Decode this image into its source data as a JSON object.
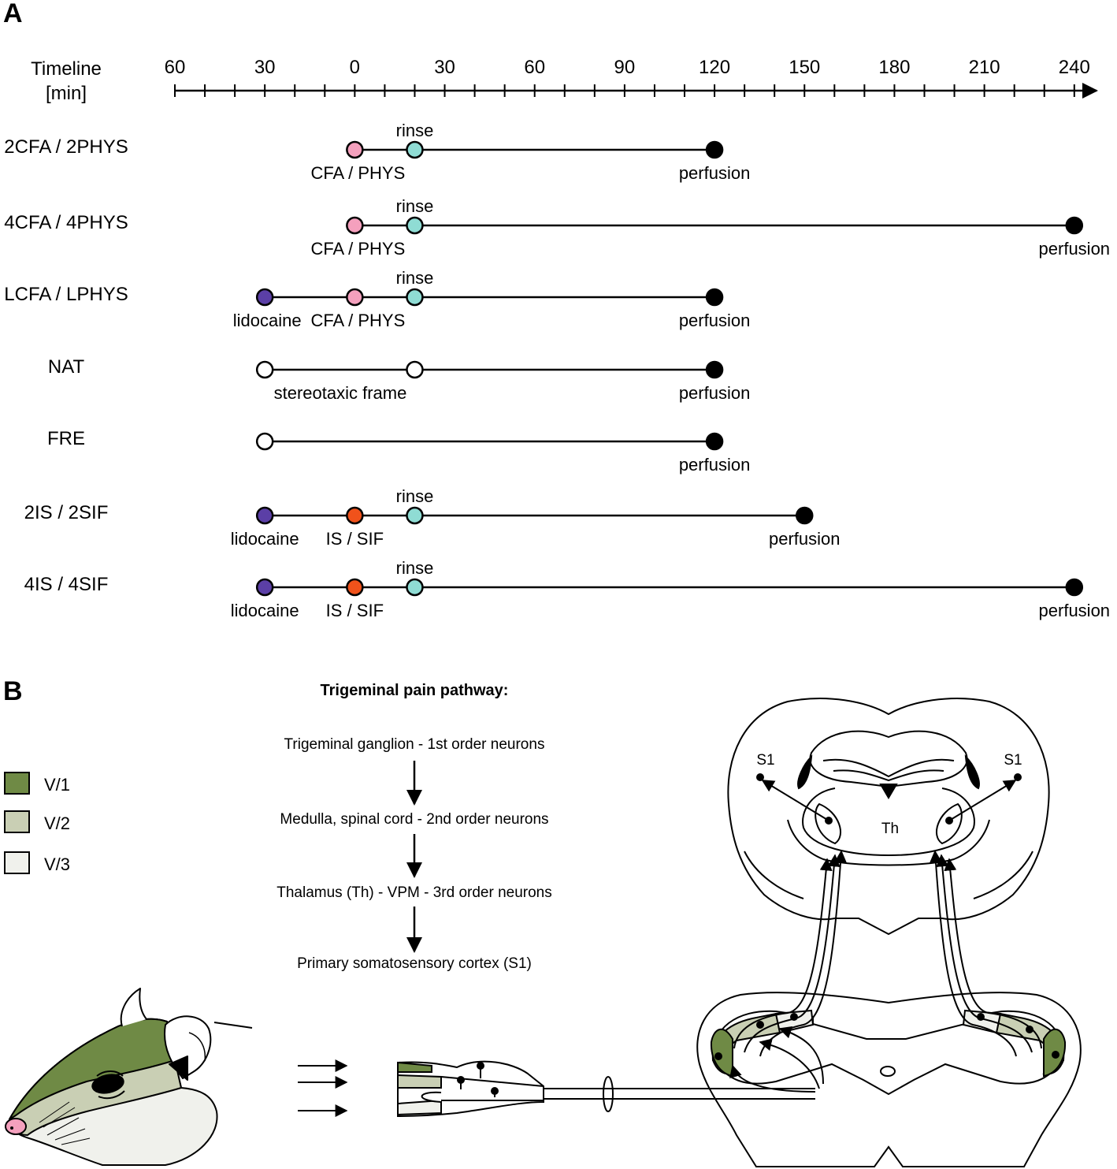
{
  "panel_a": {
    "letter": "A",
    "timeline_label": [
      "Timeline",
      "[min]"
    ],
    "tick_labels": [
      "60",
      "30",
      "0",
      "30",
      "60",
      "90",
      "120",
      "150",
      "180",
      "210",
      "240"
    ],
    "tick_values": [
      -60,
      -30,
      0,
      30,
      60,
      90,
      120,
      150,
      180,
      210,
      240
    ],
    "groups": [
      {
        "label": "2CFA / 2PHYS",
        "events": [
          {
            "t": 0,
            "color": "#f4a0bd",
            "label": "CFA / PHYS",
            "pos": "below"
          },
          {
            "t": 20,
            "color": "#8fdcd4",
            "label": "rinse",
            "pos": "above"
          },
          {
            "t": 120,
            "color": "#000000",
            "label": "perfusion",
            "pos": "below"
          }
        ]
      },
      {
        "label": "4CFA / 4PHYS",
        "events": [
          {
            "t": 0,
            "color": "#f4a0bd",
            "label": "CFA / PHYS",
            "pos": "below"
          },
          {
            "t": 20,
            "color": "#8fdcd4",
            "label": "rinse",
            "pos": "above"
          },
          {
            "t": 240,
            "color": "#000000",
            "label": "perfusion",
            "pos": "below"
          }
        ]
      },
      {
        "label": "LCFA / LPHYS",
        "events": [
          {
            "t": -30,
            "color": "#5b3fa6",
            "label": "lidocaine",
            "pos": "below"
          },
          {
            "t": 0,
            "color": "#f4a0bd",
            "label": "CFA / PHYS",
            "pos": "below"
          },
          {
            "t": 20,
            "color": "#8fdcd4",
            "label": "rinse",
            "pos": "above"
          },
          {
            "t": 120,
            "color": "#000000",
            "label": "perfusion",
            "pos": "below"
          }
        ]
      },
      {
        "label": "NAT",
        "events": [
          {
            "t": -30,
            "color": "#ffffff",
            "label": "",
            "pos": "below"
          },
          {
            "t": 20,
            "color": "#ffffff",
            "label": "",
            "pos": "below"
          },
          {
            "t": 120,
            "color": "#000000",
            "label": "perfusion",
            "pos": "below"
          }
        ],
        "span_label": "stereotaxic frame"
      },
      {
        "label": "FRE",
        "events": [
          {
            "t": -30,
            "color": "#ffffff",
            "label": "",
            "pos": "below"
          },
          {
            "t": 120,
            "color": "#000000",
            "label": "perfusion",
            "pos": "below"
          }
        ]
      },
      {
        "label": "2IS / 2SIF",
        "events": [
          {
            "t": -30,
            "color": "#5b3fa6",
            "label": "lidocaine",
            "pos": "below"
          },
          {
            "t": 0,
            "color": "#f0521b",
            "label": "IS / SIF",
            "pos": "below"
          },
          {
            "t": 20,
            "color": "#8fdcd4",
            "label": "rinse",
            "pos": "above"
          },
          {
            "t": 150,
            "color": "#000000",
            "label": "perfusion",
            "pos": "below"
          }
        ]
      },
      {
        "label": "4IS / 4SIF",
        "events": [
          {
            "t": -30,
            "color": "#5b3fa6",
            "label": "lidocaine",
            "pos": "below"
          },
          {
            "t": 0,
            "color": "#f0521b",
            "label": "IS / SIF",
            "pos": "below"
          },
          {
            "t": 20,
            "color": "#8fdcd4",
            "label": "rinse",
            "pos": "above"
          },
          {
            "t": 240,
            "color": "#000000",
            "label": "perfusion",
            "pos": "below"
          }
        ]
      }
    ]
  },
  "panel_b": {
    "letter": "B",
    "pathway_title": "Trigeminal pain pathway:",
    "pathway_steps": [
      "Trigeminal ganglion - 1st order neurons",
      "Medulla, spinal cord - 2nd order neurons",
      "Thalamus (Th) - VPM - 3rd order neurons",
      "Primary somatosensory cortex (S1)"
    ],
    "legend": [
      {
        "label": "V/1",
        "color": "#6f8a45"
      },
      {
        "label": "V/2",
        "color": "#c9cfb4"
      },
      {
        "label": "V/3",
        "color": "#f0f1ec"
      }
    ],
    "brain_labels": {
      "s1_left": "S1",
      "s1_right": "S1",
      "thalamus": "Th"
    }
  }
}
